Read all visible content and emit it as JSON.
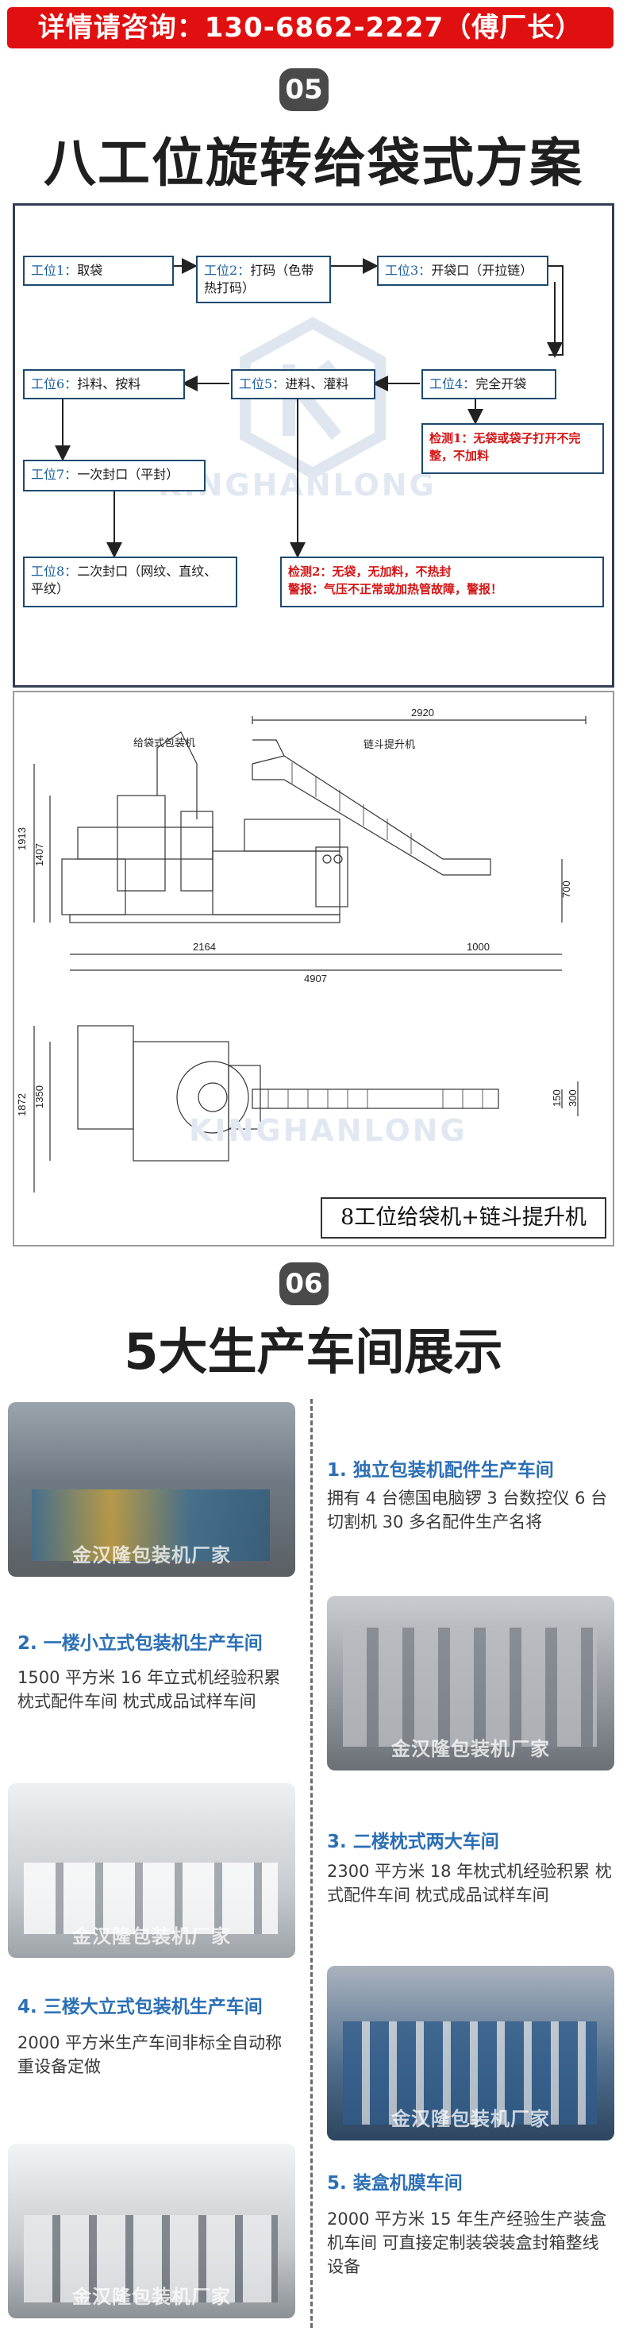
{
  "contact": {
    "text": "详情请咨询：130-6862-2227（傅厂长）"
  },
  "section5": {
    "number": "05",
    "title": "八工位旋转给袋式方案",
    "stations": [
      {
        "key": "工位1：",
        "text": "取袋"
      },
      {
        "key": "工位2：",
        "text": "打码（色带热打码）"
      },
      {
        "key": "工位3：",
        "text": "开袋口（开拉链）"
      },
      {
        "key": "工位4：",
        "text": "完全开袋"
      },
      {
        "key": "工位5：",
        "text": "进料、灌料"
      },
      {
        "key": "工位6：",
        "text": "抖料、按料"
      },
      {
        "key": "工位7：",
        "text": "一次封口（平封）"
      },
      {
        "key": "工位8：",
        "text": "二次封口（网纹、直纹、平纹）"
      }
    ],
    "check1": "检测1：无袋或袋子打开不完整，不加料",
    "check2_line1": "检测2：无袋，无加料，不热封",
    "check2_line2": "警报：气压不正常或加热管故障，警报！",
    "watermark": "KINGHANLONG",
    "drawing": {
      "label_machine": "给袋式包装机",
      "label_elevator": "链斗提升机",
      "dims": [
        "2920",
        "1913",
        "1407",
        "700",
        "2164",
        "1000",
        "4907",
        "1872",
        "1350",
        "150",
        "300"
      ],
      "caption": "8工位给袋机+链斗提升机"
    }
  },
  "section6": {
    "number": "06",
    "title": "5大生产车间展示",
    "photo_watermark": "金汉隆包装机厂家",
    "workshops": [
      {
        "title": "1. 独立包装机配件生产车间",
        "desc": "拥有 4 台德国电脑锣 3 台数控仪 6 台切割机 30 多名配件生产名将"
      },
      {
        "title": "2. 一楼小立式包装机生产车间",
        "desc": "1500 平方米 16 年立式机经验积累枕式配件车间 枕式成品试样车间"
      },
      {
        "title": "3. 二楼枕式两大车间",
        "desc": "2300 平方米 18 年枕式机经验积累 枕式配件车间 枕式成品试样车间"
      },
      {
        "title": "4. 三楼大立式包装机生产车间",
        "desc": "2000 平方米生产车间非标全自动称重设备定做"
      },
      {
        "title": "5. 装盒机膜车间",
        "desc": "2000 平方米 15 年生产经验生产装盒机车间 可直接定制装袋装盒封箱整线设备"
      }
    ]
  },
  "colors": {
    "banner": "#e01010",
    "accent_blue": "#2c6fb5",
    "warning_red": "#d41414"
  }
}
